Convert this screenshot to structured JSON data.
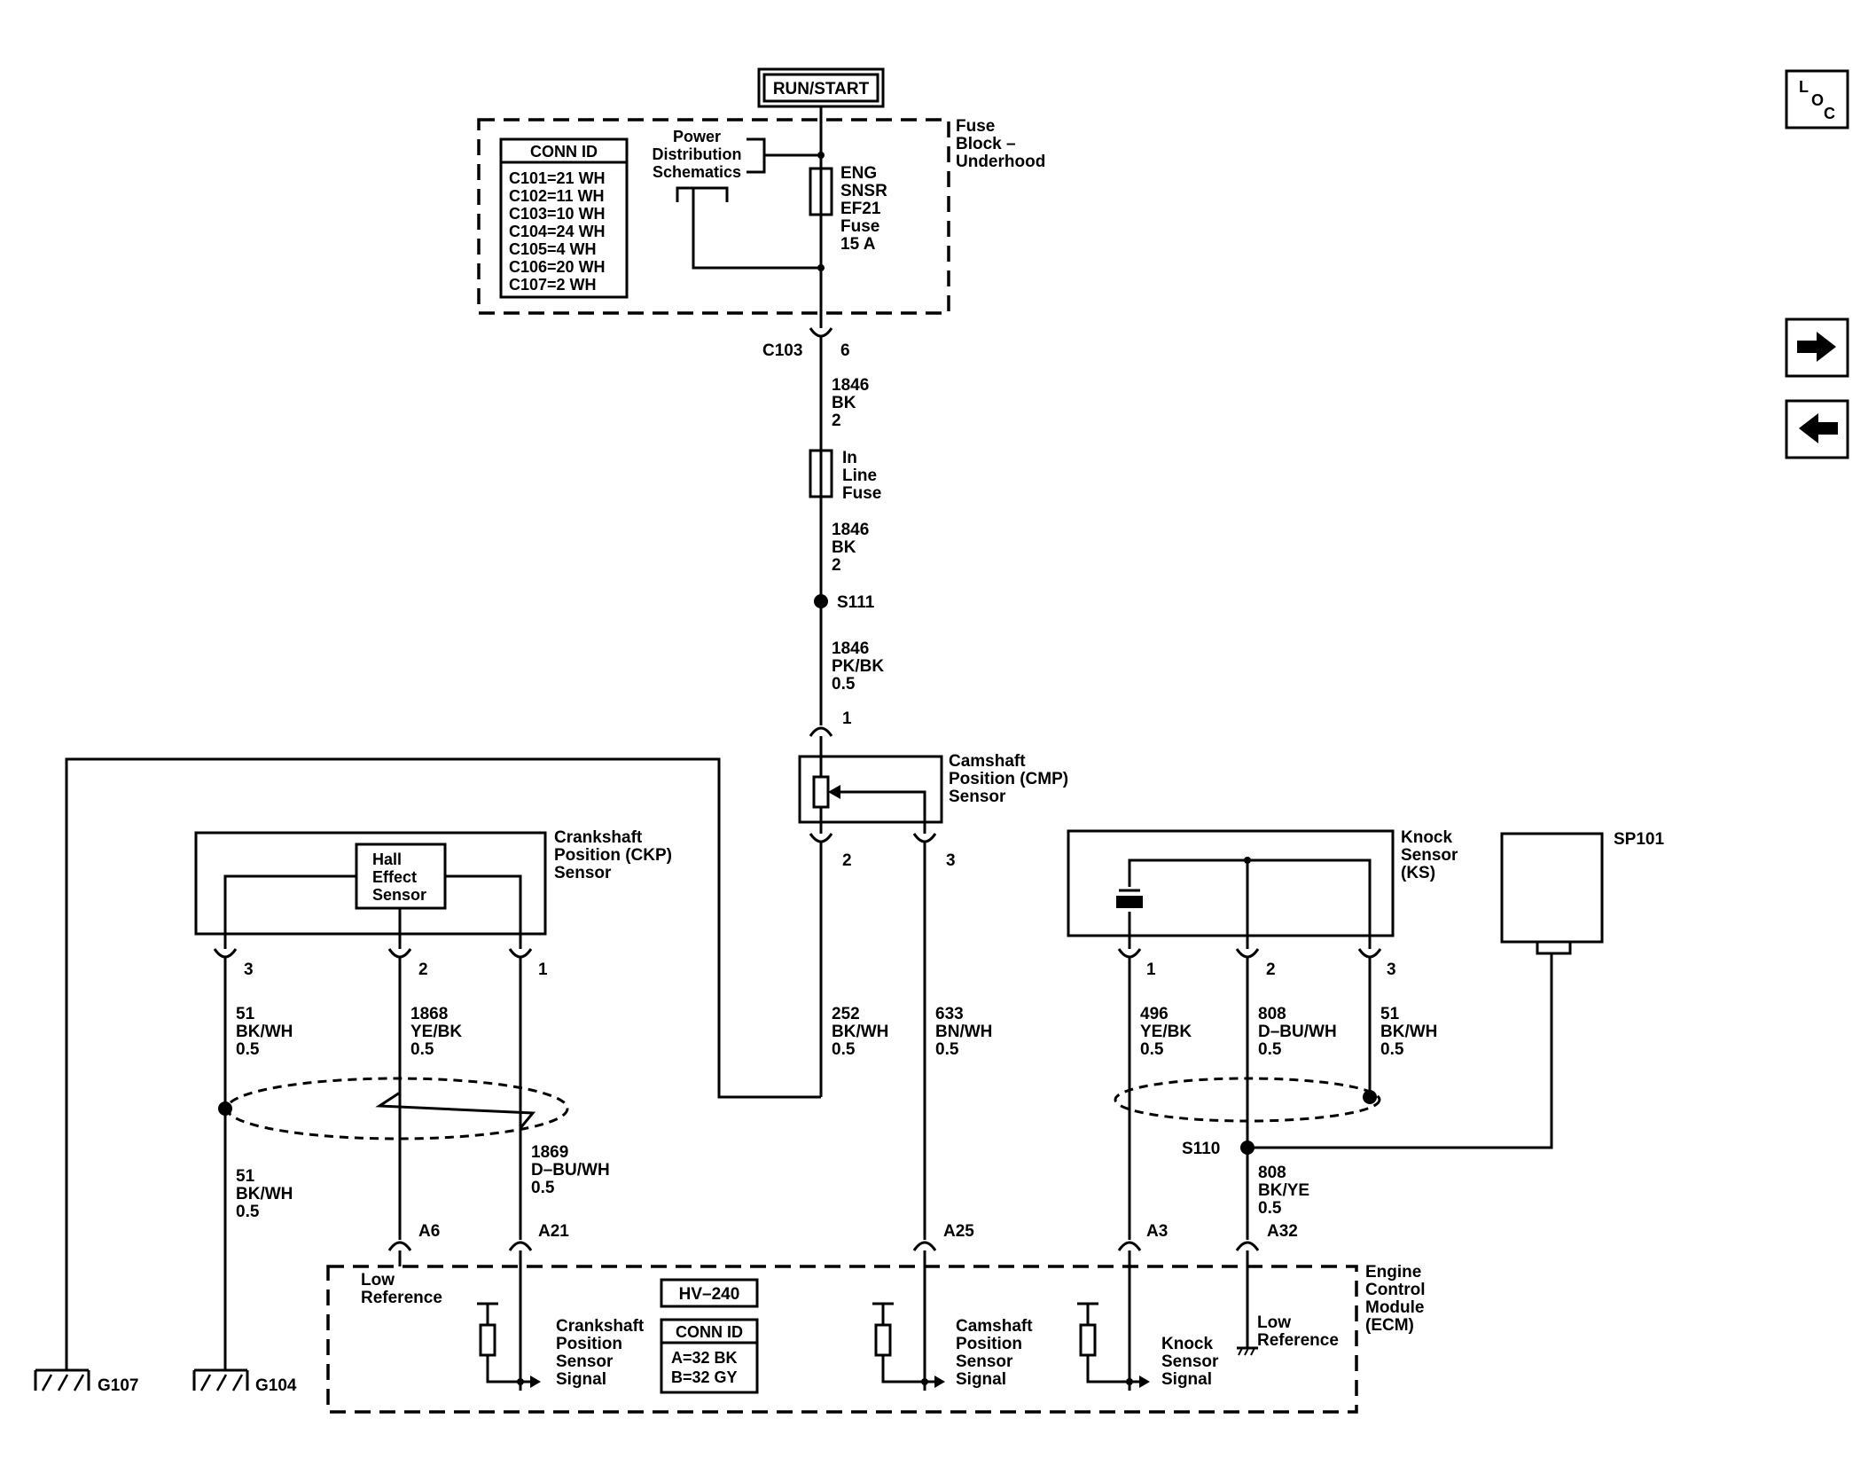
{
  "run_start": "RUN/START",
  "fuse_block": {
    "conn_id_title": "CONN ID",
    "conn_ids": [
      "C101=21 WH",
      "C102=11 WH",
      "C103=10 WH",
      "C104=24 WH",
      "C105=4 WH",
      "C106=20 WH",
      "C107=2 WH"
    ],
    "power_dist": [
      "Power",
      "Distribution",
      "Schematics"
    ],
    "label": [
      "Fuse",
      "Block –",
      "Underhood"
    ],
    "fuse": [
      "ENG",
      "SNSR",
      "EF21",
      "Fuse",
      "15 A"
    ]
  },
  "c103": {
    "name": "C103",
    "pin": "6"
  },
  "wire_1846_a": [
    "1846",
    "BK",
    "2"
  ],
  "inline_fuse": [
    "In",
    "Line",
    "Fuse"
  ],
  "wire_1846_b": [
    "1846",
    "BK",
    "2"
  ],
  "s111": "S111",
  "wire_1846_c": [
    "1846",
    "PK/BK",
    "0.5"
  ],
  "cmp": {
    "pin_top": "1",
    "label": [
      "Camshaft",
      "Position (CMP)",
      "Sensor"
    ],
    "pin2": "2",
    "pin3": "3",
    "wire_252": [
      "252",
      "BK/WH",
      "0.5"
    ],
    "wire_633": [
      "633",
      "BN/WH",
      "0.5"
    ]
  },
  "ckp": {
    "label": [
      "Crankshaft",
      "Position (CKP)",
      "Sensor"
    ],
    "hall": [
      "Hall",
      "Effect",
      "Sensor"
    ],
    "pin3": "3",
    "pin2": "2",
    "pin1": "1",
    "wire_51_top": [
      "51",
      "BK/WH",
      "0.5"
    ],
    "wire_1868": [
      "1868",
      "YE/BK",
      "0.5"
    ],
    "wire_1869": [
      "1869",
      "D–BU/WH",
      "0.5"
    ],
    "wire_51_bot": [
      "51",
      "BK/WH",
      "0.5"
    ]
  },
  "ks": {
    "label": [
      "Knock",
      "Sensor",
      "(KS)"
    ],
    "pin1": "1",
    "pin2": "2",
    "pin3": "3",
    "wire_496": [
      "496",
      "YE/BK",
      "0.5"
    ],
    "wire_808": [
      "808",
      "D–BU/WH",
      "0.5"
    ],
    "wire_51": [
      "51",
      "BK/WH",
      "0.5"
    ],
    "s110": "S110",
    "wire_808b": [
      "808",
      "BK/YE",
      "0.5"
    ]
  },
  "sp101": "SP101",
  "ecm": {
    "label": [
      "Engine",
      "Control",
      "Module",
      "(ECM)"
    ],
    "pins": [
      "A6",
      "A21",
      "A25",
      "A3",
      "A32"
    ],
    "low_ref_left": [
      "Low",
      "Reference"
    ],
    "hv": "HV–240",
    "conn_id_title": "CONN ID",
    "conn_ids": [
      "A=32 BK",
      "B=32 GY"
    ],
    "ckp_signal": [
      "Crankshaft",
      "Position",
      "Sensor",
      "Signal"
    ],
    "cmp_signal": [
      "Camshaft",
      "Position",
      "Sensor",
      "Signal"
    ],
    "ks_signal": [
      "Knock",
      "Sensor",
      "Signal"
    ],
    "low_ref_right": [
      "Low",
      "Reference"
    ]
  },
  "grounds": [
    "G107",
    "G104"
  ],
  "nav": {
    "loc": [
      "L",
      "O",
      "C"
    ],
    "next_icon": "arrow-right",
    "prev_icon": "arrow-left"
  }
}
